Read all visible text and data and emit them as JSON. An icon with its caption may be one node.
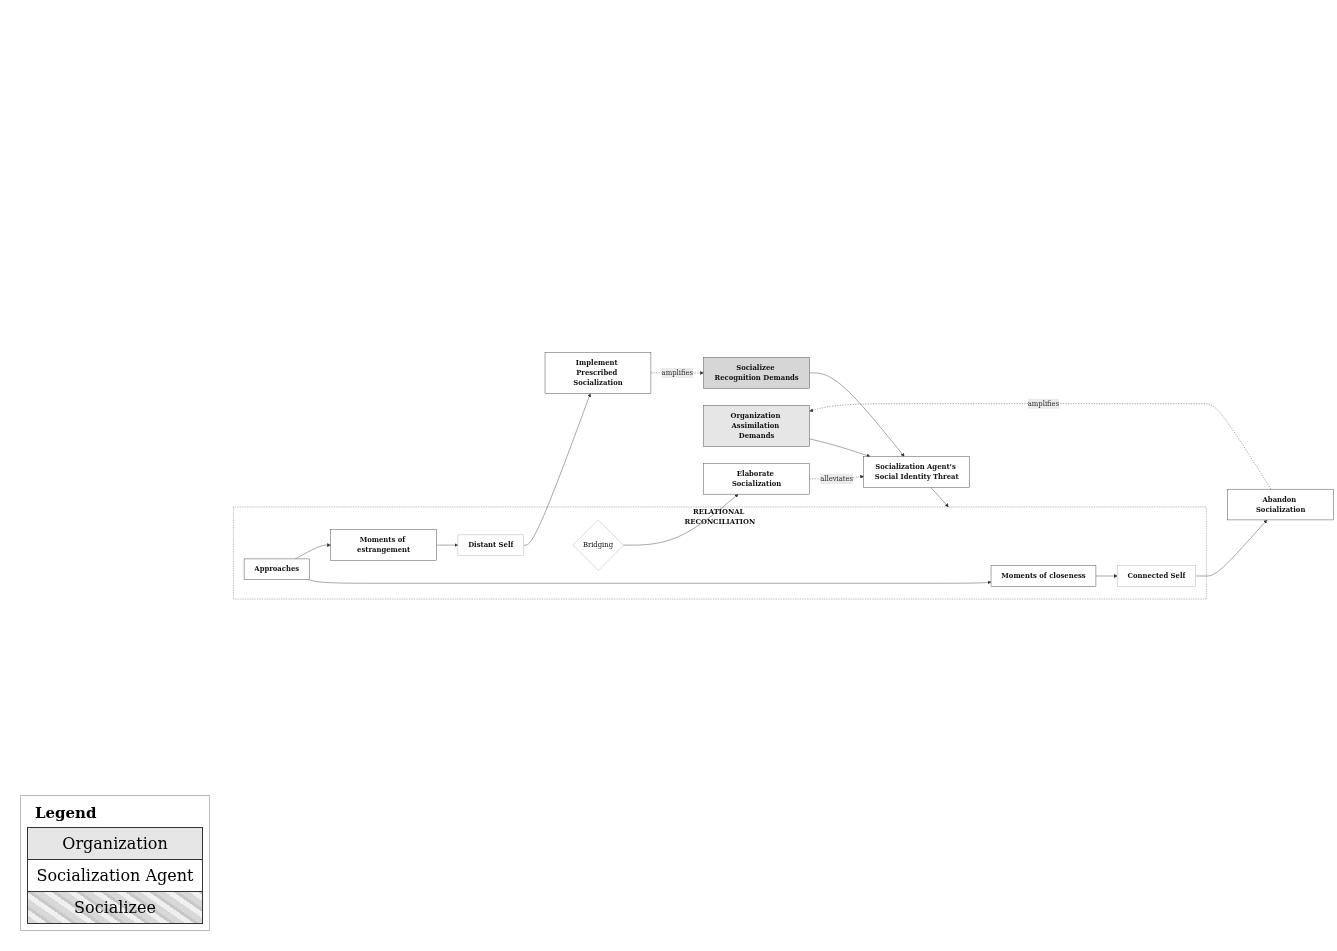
{
  "diagram": {
    "nodes": [
      {
        "text": [
          "Organization Assimilation Demands"
        ]
      },
      {
        "text": [
          "Abandon Socialization"
        ]
      },
      {
        "text": [
          "RELATIONAL RECONCILIATION"
        ]
      },
      {
        "text": [
          "Moments of closeness"
        ],
        "in": 2
      },
      {
        "text": [
          "Connected Self"
        ],
        "in": 2
      },
      {
        "text": [
          "Socialization Agent’s Social Identity Threat"
        ]
      },
      {
        "text": [
          "Approaches"
        ],
        "in": 2
      },
      {
        "text": [
          "Bridging"
        ],
        "in": 2
      },
      {
        "text": [
          "Elaborate Socialization"
        ]
      },
      {
        "text": [
          "Moments of estrangement"
        ],
        "in": 2
      },
      {
        "text": [
          "Distant Self"
        ],
        "in": 2
      },
      {
        "text": [
          "Socializee Recognition Demands"
        ]
      },
      {
        "text": [
          "Implement Prescribed Socialization"
        ]
      }
    ],
    "edges": [
      {
        "from": 1,
        "to": 0,
        "arrow": "to",
        "label": "amplifies",
        "style": "dashed"
      },
      {
        "from": 0,
        "to": 5,
        "arrow": "to"
      },
      {
        "from": 5,
        "to": 2,
        "arrow": "to"
      },
      {
        "from": 6,
        "to": 3,
        "arrow": "to"
      },
      {
        "from": 6,
        "to": 9,
        "arrow": "to"
      },
      {
        "from": 3,
        "to": 4,
        "arrow": "to"
      },
      {
        "from": 9,
        "to": 10,
        "arrow": "to"
      },
      {
        "from": 4,
        "to": 1,
        "arrow": "to"
      },
      {
        "from": 7,
        "to": 8,
        "arrow": "to"
      },
      {
        "from": 10,
        "to": 12,
        "arrow": "to"
      },
      {
        "from": 12,
        "to": 11,
        "arrow": "to",
        "label": "amplifies",
        "style": "dashed"
      },
      {
        "from": 8,
        "to": 5,
        "arrow": "to",
        "label": "alleviates",
        "style": "dashed"
      },
      {
        "from": 11,
        "to": 5,
        "arrow": "to"
      }
    ],
    "labels": [
      "Legend"
    ],
    "legend": [
      {
        "text": "Organization",
        "color": "#e6e6e6"
      },
      {
        "text": "Socialization Agent",
        "color": "#ffffff"
      },
      {
        "text": "Socializee"
      }
    ]
  }
}
